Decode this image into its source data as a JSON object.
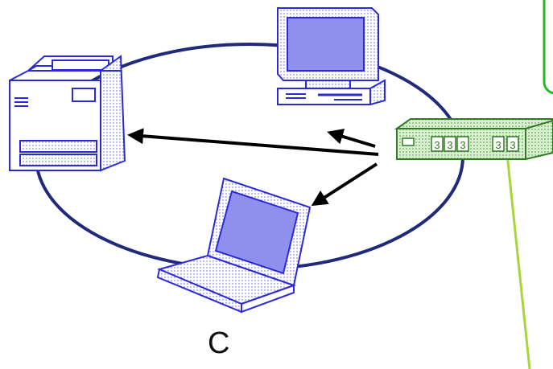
{
  "diagram": {
    "caption_letter": "C",
    "nodes": [
      {
        "name": "printer",
        "icon": "printer-icon"
      },
      {
        "name": "desktop-computer",
        "icon": "desktop-computer-icon"
      },
      {
        "name": "laptop",
        "icon": "laptop-icon"
      },
      {
        "name": "network-switch",
        "icon": "network-switch-icon"
      }
    ],
    "switch_port_labels": [
      "3",
      "3",
      "3",
      "3",
      "3"
    ],
    "colors": {
      "ring": "#1f2a7a",
      "device_outline": "#2b2bd6",
      "screen_fill": "#8f8fee",
      "switch_fill": "#c9e8c0",
      "switch_outline": "#2f7a23",
      "callout_border": "#22bb22",
      "pointer_line": "#a6d63a",
      "arrow": "#000000"
    }
  }
}
